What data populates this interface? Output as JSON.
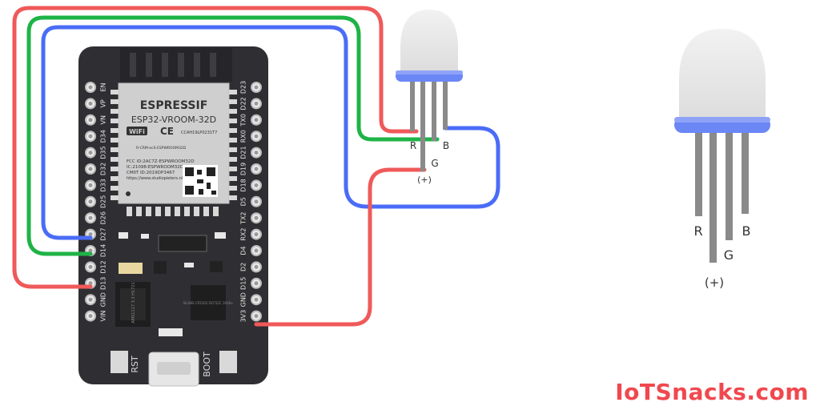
{
  "board": {
    "module_brand": "ESPRESSIF",
    "module_model": "ESP32-VROOM-32D",
    "wifi_logo": "WiFi",
    "ce_mark": "CE",
    "fcc_id": "FCC ID:2AC7Z-ESPWROOM32D",
    "ic_id": "IC:21098-ESPWROOM32D",
    "cmiit_id": "CMIIT ID:2019DP3467",
    "website": "https://www.studiopieters.nl",
    "small_id": "R-CRM-ecS-ESPWROOM32D",
    "cert_id": "CCAH19LP0231T7",
    "chip_label": "SILABS CP2102 DCF52C 1928+",
    "regulator_label": "AMS1117 3.3 H1721",
    "rst_label": "RST",
    "boot_label": "BOOT",
    "left_pins": [
      "EN",
      "VP",
      "VN",
      "D34",
      "D35",
      "D32",
      "D33",
      "D25",
      "D26",
      "D27",
      "D14",
      "D12",
      "D13",
      "GND",
      "VIN"
    ],
    "right_pins": [
      "D23",
      "D22",
      "TX0",
      "RX0",
      "D21",
      "D19",
      "D18",
      "D5",
      "TX2",
      "RX2",
      "D4",
      "D2",
      "D15",
      "GND",
      "3V3"
    ]
  },
  "led_small": {
    "r": "R",
    "g": "G",
    "b": "B",
    "plus": "(+)"
  },
  "led_large": {
    "r": "R",
    "g": "G",
    "b": "B",
    "plus": "(+)"
  },
  "wire_colors": {
    "red": "#f0595a",
    "green": "#1fb347",
    "blue": "#4a6cf7"
  },
  "watermark": "IoTSnacks.com"
}
